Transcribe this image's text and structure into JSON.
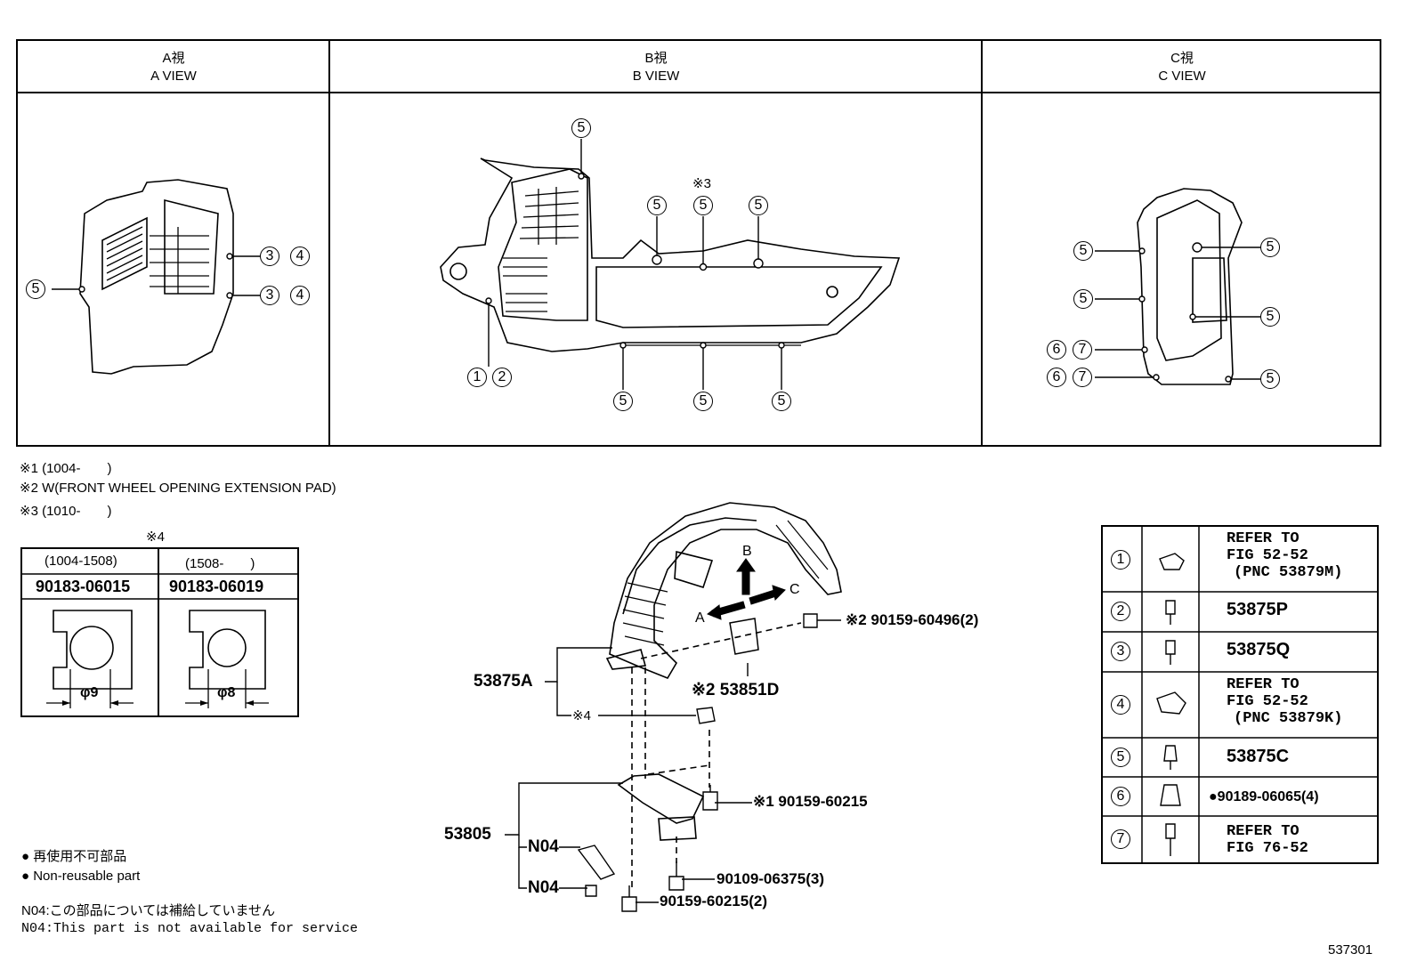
{
  "views": {
    "a": {
      "jp": "A視",
      "en": "A VIEW"
    },
    "b": {
      "jp": "B視",
      "en": "B VIEW"
    },
    "c": {
      "jp": "C視",
      "en": "C VIEW"
    }
  },
  "callouts": {
    "one": "1",
    "two": "2",
    "three": "3",
    "four": "4",
    "five": "5",
    "six": "6",
    "seven": "7",
    "note3_mark": "※3"
  },
  "notes": {
    "n1": "※1 (1004-　　)",
    "n2": "※2 W(FRONT WHEEL OPENING EXTENSION PAD)",
    "n3": "※3 (1010-　　)"
  },
  "variant_table": {
    "title": "※4",
    "col1_range": "(1004-1508)",
    "col2_range": "(1508-　　)",
    "col1_part": "90183-06015",
    "col2_part": "90183-06019",
    "col1_dim": "φ9",
    "col2_dim": "φ8"
  },
  "assembly": {
    "arrow_a": "A",
    "arrow_b": "B",
    "arrow_c": "C",
    "p53875A": "53875A",
    "p53805": "53805",
    "n04_top": "N04",
    "n04_bottom": "N04",
    "note4": "※4",
    "bolt_pad": "※2 90159-60496(2)",
    "pad": "※2 53851D",
    "bolt_1": "※1 90159-60215",
    "bolt_3": "90109-06375(3)",
    "bolt_2": "90159-60215(2)"
  },
  "legend": {
    "rows": [
      {
        "num": "1",
        "text": [
          "REFER TO",
          "FIG 52-52",
          "(PNC 53879M)"
        ]
      },
      {
        "num": "2",
        "text": [
          "53875P"
        ]
      },
      {
        "num": "3",
        "text": [
          "53875Q"
        ]
      },
      {
        "num": "4",
        "text": [
          "REFER TO",
          "FIG 52-52",
          "(PNC 53879K)"
        ]
      },
      {
        "num": "5",
        "text": [
          "53875C"
        ]
      },
      {
        "num": "6",
        "text": [
          "●90189-06065(4)"
        ]
      },
      {
        "num": "7",
        "text": [
          "REFER TO",
          "FIG 76-52"
        ]
      }
    ]
  },
  "footnotes": {
    "nonreuse_jp": "● 再使用不可部品",
    "nonreuse_en": "● Non-reusable part",
    "n04_jp": "N04:この部品については補給していません",
    "n04_en": "N04:This part is not available for service"
  },
  "figure_id": "537301"
}
